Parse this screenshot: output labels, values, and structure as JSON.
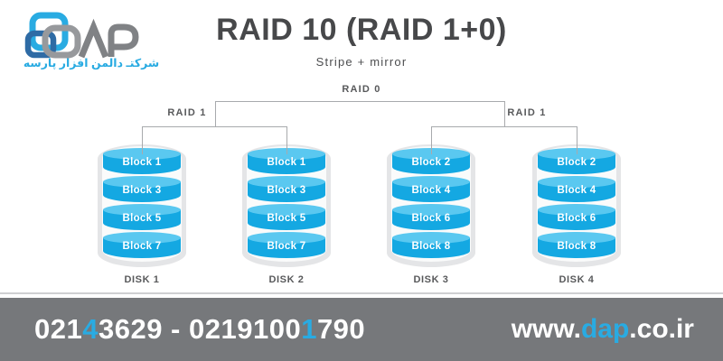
{
  "header": {
    "logo": {
      "brand": "DAP",
      "tagline": "شرکتـ دالمن افزار پارسه"
    },
    "title": "RAID 10 (RAID 1+0)",
    "subtitle": "Stripe + mirror"
  },
  "diagram": {
    "root_label": "RAID 0",
    "left_group_label": "RAID 1",
    "right_group_label": "RAID 1",
    "disks": [
      {
        "name": "DISK 1",
        "blocks": [
          "Block 1",
          "Block 3",
          "Block 5",
          "Block 7"
        ]
      },
      {
        "name": "DISK 2",
        "blocks": [
          "Block 1",
          "Block 3",
          "Block 5",
          "Block 7"
        ]
      },
      {
        "name": "DISK 3",
        "blocks": [
          "Block 2",
          "Block 4",
          "Block 6",
          "Block 8"
        ]
      },
      {
        "name": "DISK 4",
        "blocks": [
          "Block 2",
          "Block 4",
          "Block 6",
          "Block 8"
        ]
      }
    ]
  },
  "footer": {
    "phone": {
      "seg1": "021",
      "accent1": "4",
      "seg2": "3629 - 0219100",
      "accent2": "1",
      "seg3": "790"
    },
    "website": {
      "seg1": "www.",
      "accent": "dap",
      "seg2": ".co.ir"
    }
  },
  "colors": {
    "accent_blue": "#29abe2",
    "block_body_blue": "#14a8e2",
    "block_top_blue": "#5ac8f0",
    "casing_gray": "#e4e5e7",
    "connector_gray": "#a8aaad",
    "text_dark_gray": "#47484a",
    "footer_bar_gray": "#76787b",
    "logo_dark_blue": "#2e6ba5",
    "logo_gray": "#939598"
  }
}
